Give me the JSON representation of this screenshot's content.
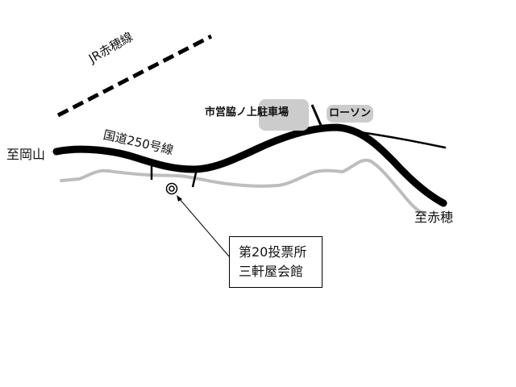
{
  "labels": {
    "jr_line": "JR赤穂線",
    "national_route": "国道250号線",
    "to_okayama": "至岡山",
    "to_ako": "至赤穂",
    "parking": "市営脇ノ上駐車場",
    "lawson": "ローソン"
  },
  "callout": {
    "line1": "第20投票所",
    "line2": "三軒屋会館"
  },
  "colors": {
    "road": "#000000",
    "river": "#bdbdbd",
    "landmark_bg": "#cccccc",
    "text": "#111111",
    "background": "#ffffff"
  },
  "symbols": {
    "polling_place": "double-circle-icon"
  }
}
